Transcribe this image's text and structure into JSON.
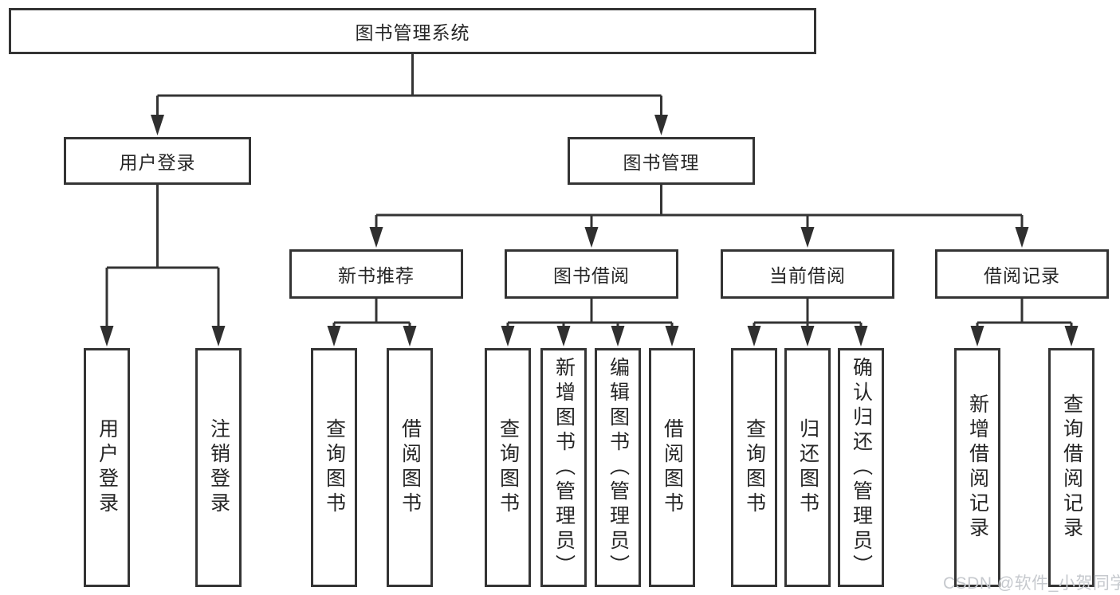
{
  "colors": {
    "line": "#343434",
    "box_border": "#343434",
    "text": "#262626",
    "watermark": "#c6c9ce",
    "background": "#ffffff"
  },
  "watermark": "CSDN @软件_小贺同学",
  "tree": {
    "root": {
      "label": "图书管理系统"
    },
    "branches": [
      {
        "label": "用户登录",
        "leaves": [
          "用户登录",
          "注销登录"
        ]
      },
      {
        "label": "图书管理",
        "groups": [
          {
            "label": "新书推荐",
            "leaves": [
              "查询图书",
              "借阅图书"
            ]
          },
          {
            "label": "图书借阅",
            "leaves": [
              "查询图书",
              "新增图书（管理员）",
              "编辑图书（管理员）",
              "借阅图书"
            ]
          },
          {
            "label": "当前借阅",
            "leaves": [
              "查询图书",
              "归还图书",
              "确认归还（管理员）"
            ]
          },
          {
            "label": "借阅记录",
            "leaves": [
              "新增借阅记录",
              "查询借阅记录"
            ]
          }
        ]
      }
    ]
  }
}
